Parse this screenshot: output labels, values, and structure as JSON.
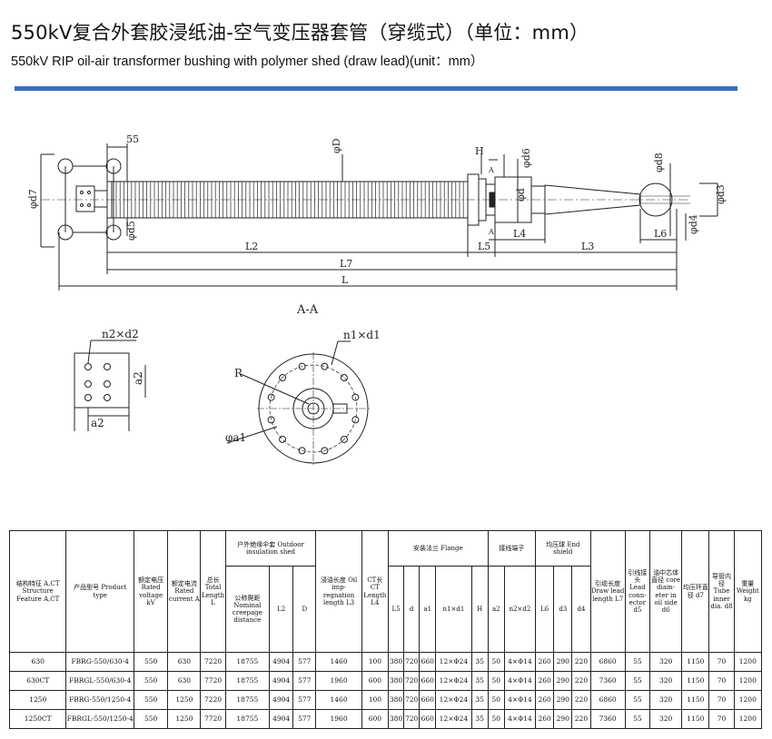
{
  "title_zh": "550kV复合外套胶浸纸油-空气变压器套管（穿缆式）（单位：mm）",
  "title_en": "550kV RIP oil-air transformer bushing with polymer shed (draw lead)(unit：mm）",
  "accent_color": "#2f6fc4",
  "drawing": {
    "labels": {
      "dim55": "55",
      "phiD": "φD",
      "H": "H",
      "A_top": "A",
      "A_bottom": "A",
      "phid6": "φd6",
      "phid": "φd",
      "phid8": "φd8",
      "phid3": "φd3",
      "phid4": "φd4",
      "phid7": "φd7",
      "phid5": "φd5",
      "L2": "L2",
      "L5": "L5",
      "L4": "L4",
      "L3": "L3",
      "L6": "L6",
      "L7": "L7",
      "L": "L",
      "section": "A-A",
      "n2d2": "n2×d2",
      "a2_v": "a2",
      "a2_h": "a2",
      "n1d1": "n1×d1",
      "R": "R",
      "phia1": "φa1"
    }
  },
  "table": {
    "headers": {
      "structure": "结构特征 A,CT Structure Feature A,CT",
      "product": "产品型号 Product type",
      "voltage": "额定电压 Rated voltage kV",
      "current": "额定电流 Rated current A",
      "total_length": "总长 Total Length L",
      "outdoor": "户外绝缘伞套 Outdoor insulation shed",
      "creepage": "公称爬距 Nominal creepage distance",
      "L2": "L2",
      "D": "D",
      "L3": "浸油长度 Oil imp-regnation length L3",
      "L4": "CT长 CT Length L4",
      "flange": "安装法兰 Flange",
      "L5": "L5",
      "d": "d",
      "a1": "a1",
      "n1d1": "n1×d1",
      "H": "H",
      "terminal": "接线端子",
      "a2": "a2",
      "n2d2": "n2×d2",
      "shield": "均压球 End shield",
      "L6": "L6",
      "d3": "d3",
      "d4": "d4",
      "L7": "引缆长度 Draw lead length L7",
      "d5": "引线接头 Lead conn-ector d5",
      "d6": "油中芯体直径 core diam-eter in oil side d6",
      "d7": "均压环直径 d7",
      "d8": "导管内径 Tube inner dia. d8",
      "weight": "重量 Weight kg"
    },
    "rows": [
      [
        "630",
        "FBRG-550/630-4",
        "550",
        "630",
        "7220",
        "18755",
        "4904",
        "577",
        "1460",
        "100",
        "380",
        "720",
        "660",
        "12×Φ24",
        "35",
        "50",
        "4×Φ14",
        "260",
        "290",
        "220",
        "6860",
        "55",
        "320",
        "1150",
        "70",
        "1200"
      ],
      [
        "630CT",
        "FBRGL-550/630-4",
        "550",
        "630",
        "7720",
        "18755",
        "4904",
        "577",
        "1960",
        "600",
        "380",
        "720",
        "660",
        "12×Φ24",
        "35",
        "50",
        "4×Φ14",
        "260",
        "290",
        "220",
        "7360",
        "55",
        "320",
        "1150",
        "70",
        "1200"
      ],
      [
        "1250",
        "FBRG-550/1250-4",
        "550",
        "1250",
        "7220",
        "18755",
        "4904",
        "577",
        "1460",
        "100",
        "380",
        "720",
        "660",
        "12×Φ24",
        "35",
        "50",
        "4×Φ14",
        "260",
        "290",
        "220",
        "6860",
        "55",
        "320",
        "1150",
        "70",
        "1200"
      ],
      [
        "1250CT",
        "FBRGL-550/1250-4",
        "550",
        "1250",
        "7720",
        "18755",
        "4904",
        "577",
        "1960",
        "600",
        "380",
        "720",
        "660",
        "12×Φ24",
        "35",
        "50",
        "4×Φ14",
        "260",
        "290",
        "220",
        "7360",
        "55",
        "320",
        "1150",
        "70",
        "1200"
      ]
    ]
  }
}
